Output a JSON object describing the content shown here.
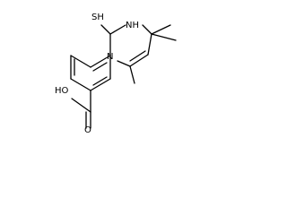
{
  "molecule": {
    "atoms": {
      "thione_label": "SH",
      "amine_label": "NH",
      "ring_nitrogen_label": "N",
      "hydroxyl_label": "HO",
      "carbonyl_label": "O"
    }
  }
}
